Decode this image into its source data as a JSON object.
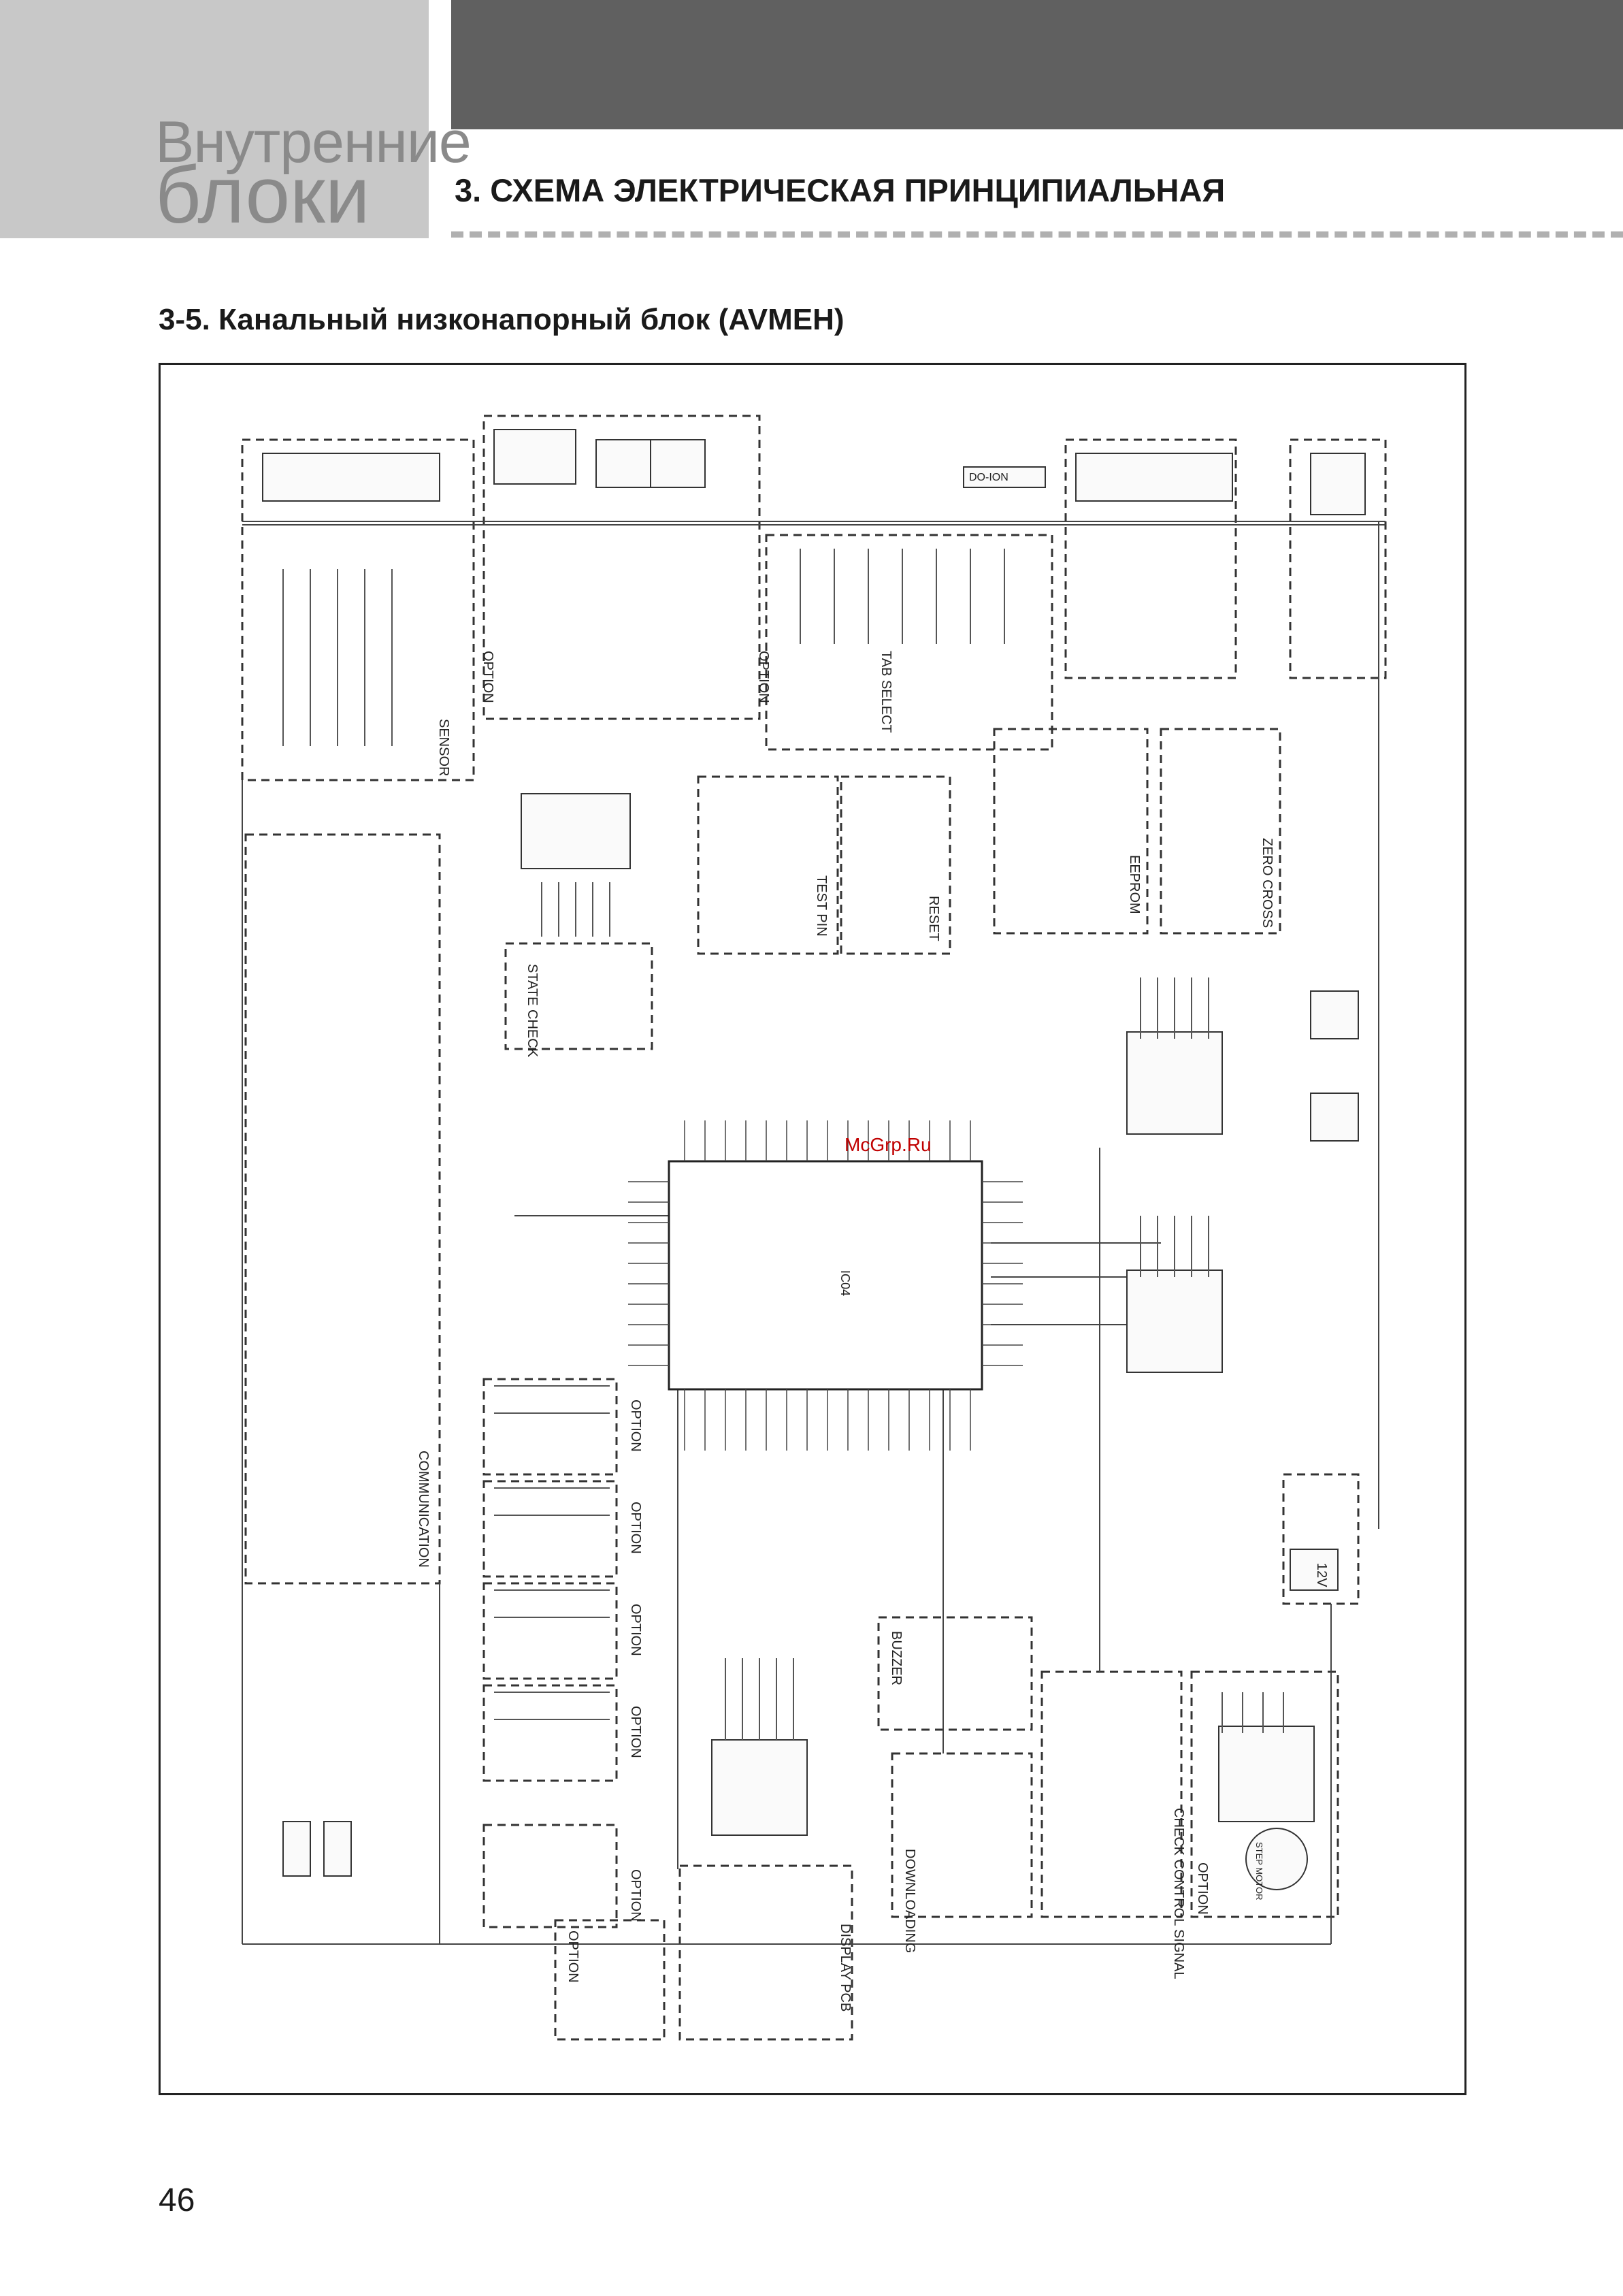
{
  "header": {
    "section_tab_line1": "Внутренние",
    "section_tab_line2": "блоки",
    "chapter_title": "3. СХЕМА ЭЛЕКТРИЧЕСКАЯ ПРИНЦИПИАЛЬНАЯ"
  },
  "section_title": "3-5. Канальный низконапорный блок (AVMEH)",
  "schematic": {
    "watermark": "McGrp.Ru",
    "mcu_label": "IC04",
    "blocks": {
      "sensor": "SENSOR",
      "option_top": "OPTION",
      "option_mid": "OPTION",
      "tab_select": "TAB SELECT",
      "test_pin": "TEST PIN",
      "reset": "RESET",
      "eeprom": "EEPROM",
      "zero_cross": "ZERO CROSS",
      "state_check": "STATE CHECK",
      "communication": "COMMUNICATION",
      "option_1": "OPTION",
      "option_2": "OPTION",
      "option_3": "OPTION",
      "option_4": "OPTION",
      "option_5": "OPTION",
      "buzzer": "BUZZER",
      "display_pcb": "DISPLAY PCB",
      "downloading": "DOWNLOADING",
      "check_control_signal": "CHECK CONTROL SIGNAL",
      "option_motor": "OPTION",
      "power_12v": "12V",
      "step_motor": "STEP MOTOR",
      "oplink": "DO-ION"
    }
  },
  "page_number": "46"
}
